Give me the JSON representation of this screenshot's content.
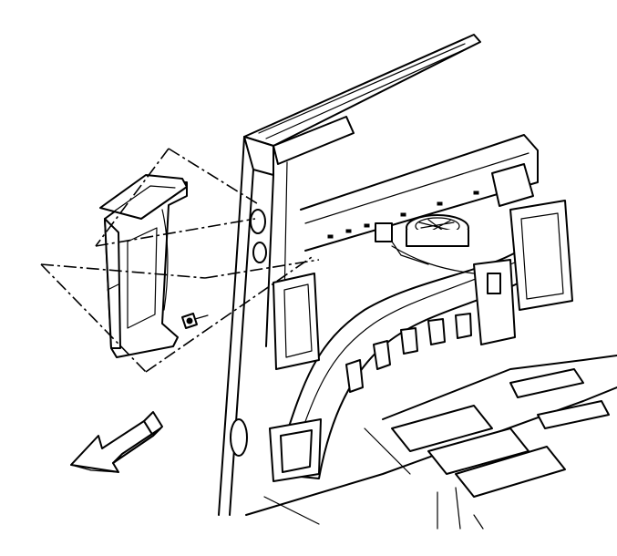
{
  "diagram": {
    "colors": {
      "line": "#000000",
      "background": "#ffffff"
    },
    "parts": [
      "air-duct-panel",
      "fastener-bolt",
      "body-pillar",
      "rear-floor-assembly",
      "ventilation-duct",
      "speaker",
      "wiring-harness",
      "direction-arrow"
    ]
  }
}
